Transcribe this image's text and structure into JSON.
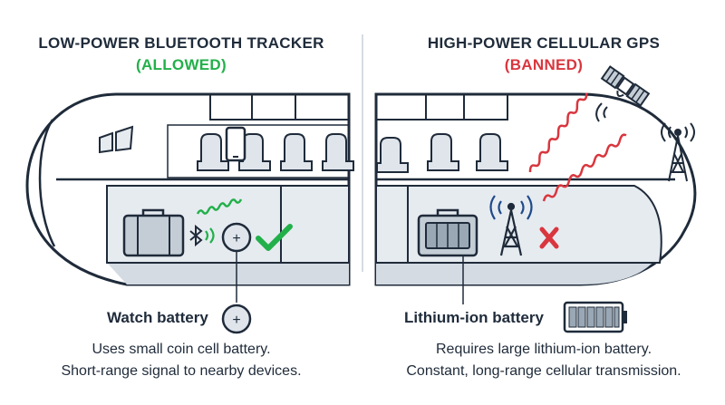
{
  "left_panel": {
    "title": "LOW-POWER BLUETOOTH TRACKER",
    "status": "(ALLOWED)",
    "battery_label": "Watch battery",
    "description_line1": "Uses small coin cell battery.",
    "description_line2": "Short-range signal to nearby devices.",
    "status_color": "#22b04a",
    "icons": [
      "smartphone-icon",
      "luggage-icon",
      "bluetooth-icon",
      "coin-cell-battery-icon",
      "checkmark-icon",
      "airline-seat-icon"
    ]
  },
  "right_panel": {
    "title": "HIGH-POWER CELLULAR GPS",
    "status": "(BANNED)",
    "battery_label": "Lithium-ion battery",
    "description_line1": "Requires large lithium-ion battery.",
    "description_line2": "Constant, long-range cellular transmission.",
    "status_color": "#d9363e",
    "icons": [
      "satellite-icon",
      "cell-tower-icon",
      "luggage-icon",
      "antenna-tower-icon",
      "cross-icon",
      "lithium-battery-icon"
    ]
  },
  "coin_cell_symbol": "+",
  "colors": {
    "ink": "#1f2b3a",
    "fuselage_fill": "#ffffff",
    "hold_fill": "#e6ebf0",
    "signal_green": "#22b04a",
    "signal_red": "#d9363e",
    "luggage_fill": "#c4cdd6"
  }
}
